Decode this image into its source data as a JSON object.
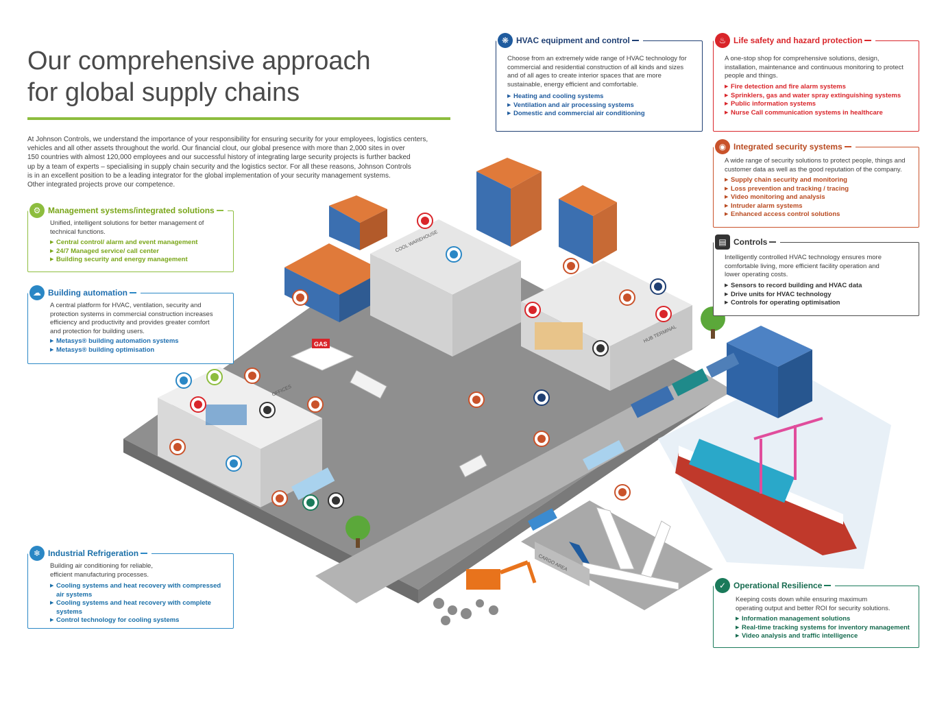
{
  "headline": "Our comprehensive approach\nfor global supply chains",
  "intro": "At Johnson Controls, we understand the importance of your responsibility for ensuring security for your employees, logistics centers,\nvehicles and all other assets throughout the world. Our financial clout, our global presence with more than 2,000 sites in over\n150 countries with almost 120,000 employees and our successful history of integrating large security projects is further backed\nup by a team of experts – specialising in supply chain security and the logistics sector. For all these reasons, Johnson Controls\nis in an excellent position to be a leading integrator for the global implementation of your security management systems.\nOther integrated projects prove our competence.",
  "cards": {
    "management": {
      "title": "Management systems/integrated solutions",
      "desc": "Unified, intelligent solutions for better management of technical functions.",
      "items": [
        "Central control/ alarm and event management",
        "24/7 Managed service/ call center",
        "Building security and energy management"
      ]
    },
    "building": {
      "title": "Building automation",
      "desc": "A central platform for HVAC, ventilation, security and protection systems in commercial construction increases efficiency and productivity and provides greater comfort and protection for building users.",
      "items": [
        "Metasys® building automation systems",
        "Metasys® building optimisation"
      ]
    },
    "refrigeration": {
      "title": "Industrial Refrigeration",
      "desc": "Building air conditioning for reliable, efficient manufacturing processes.",
      "items": [
        "Cooling systems and heat recovery with compressed air systems",
        "Cooling systems and heat recovery with complete systems",
        "Control technology for cooling systems"
      ]
    },
    "hvac": {
      "title": "HVAC equipment and control",
      "desc": "Choose from an extremely wide range of HVAC technology for commercial and residential construction of all kinds and sizes and of all ages to create interior spaces that are more sustainable, energy efficient and comfortable.",
      "items": [
        "Heating and cooling systems",
        "Ventilation and air processing systems",
        "Domestic and commercial air conditioning"
      ]
    },
    "lifesafety": {
      "title": "Life safety and hazard protection",
      "desc": "A one-stop shop for comprehensive solutions, design, installation, maintenance and continuous monitoring to protect people and things.",
      "items": [
        "Fire detection and fire alarm systems",
        "Sprinklers, gas and water spray extinguishing systems",
        "Public information systems",
        "Nurse Call communication systems in healthcare"
      ]
    },
    "security": {
      "title": "Integrated security systems",
      "desc": "A wide range of security solutions to protect people, things and customer data as well as the good reputation of the company.",
      "items": [
        "Supply chain security and monitoring",
        "Loss prevention and tracking / tracing",
        "Video monitoring and analysis",
        "Intruder alarm systems",
        "Enhanced access control solutions"
      ]
    },
    "controls": {
      "title": "Controls",
      "desc": "Intelligently controlled HVAC technology ensures more comfortable living, more efficient facility operation and lower operating costs.",
      "items": [
        "Sensors to record building and HVAC data",
        "Drive units for HVAC technology",
        "Controls for operating optimisation"
      ]
    },
    "resilience": {
      "title": "Operational Resilience",
      "desc": "Keeping costs down while ensuring maximum operating output and better ROI for security solutions.",
      "items": [
        "Information management solutions",
        "Real-time tracking systems for inventory management",
        "Video analysis and traffic intelligence"
      ]
    }
  },
  "scene": {
    "sign_cool": "COOL WAREHOUSE",
    "sign_hub": "HUB TERMINAL",
    "sign_gas": "GAS",
    "sign_offices": "OFFICES",
    "sign_cargo": "CARGO AREA"
  },
  "colors": {
    "green": "#8dbd3e",
    "blue": "#2a87c5",
    "red": "#d9252a",
    "brown": "#c9522a",
    "teal": "#1a7a5a",
    "ground": "#8a8a8a"
  }
}
